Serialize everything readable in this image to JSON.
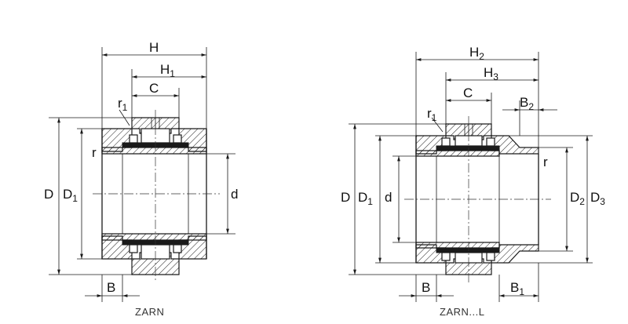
{
  "left": {
    "caption": "ZARN",
    "labels": {
      "H": "H",
      "H1": "H",
      "H1_sub": "1",
      "C": "C",
      "r1": "r",
      "r1_sub": "1",
      "r": "r",
      "D": "D",
      "D1": "D",
      "D1_sub": "1",
      "d": "d",
      "B": "B"
    }
  },
  "right": {
    "caption": "ZARN...L",
    "labels": {
      "H2": "H",
      "H2_sub": "2",
      "H3": "H",
      "H3_sub": "3",
      "C": "C",
      "B2": "B",
      "B2_sub": "2",
      "r1": "r",
      "r1_sub": "1",
      "r": "r",
      "D": "D",
      "D1": "D",
      "D1_sub": "1",
      "d": "d",
      "D2": "D",
      "D2_sub": "2",
      "D3": "D",
      "D3_sub": "3",
      "B": "B",
      "B1": "B",
      "B1_sub": "1"
    }
  }
}
